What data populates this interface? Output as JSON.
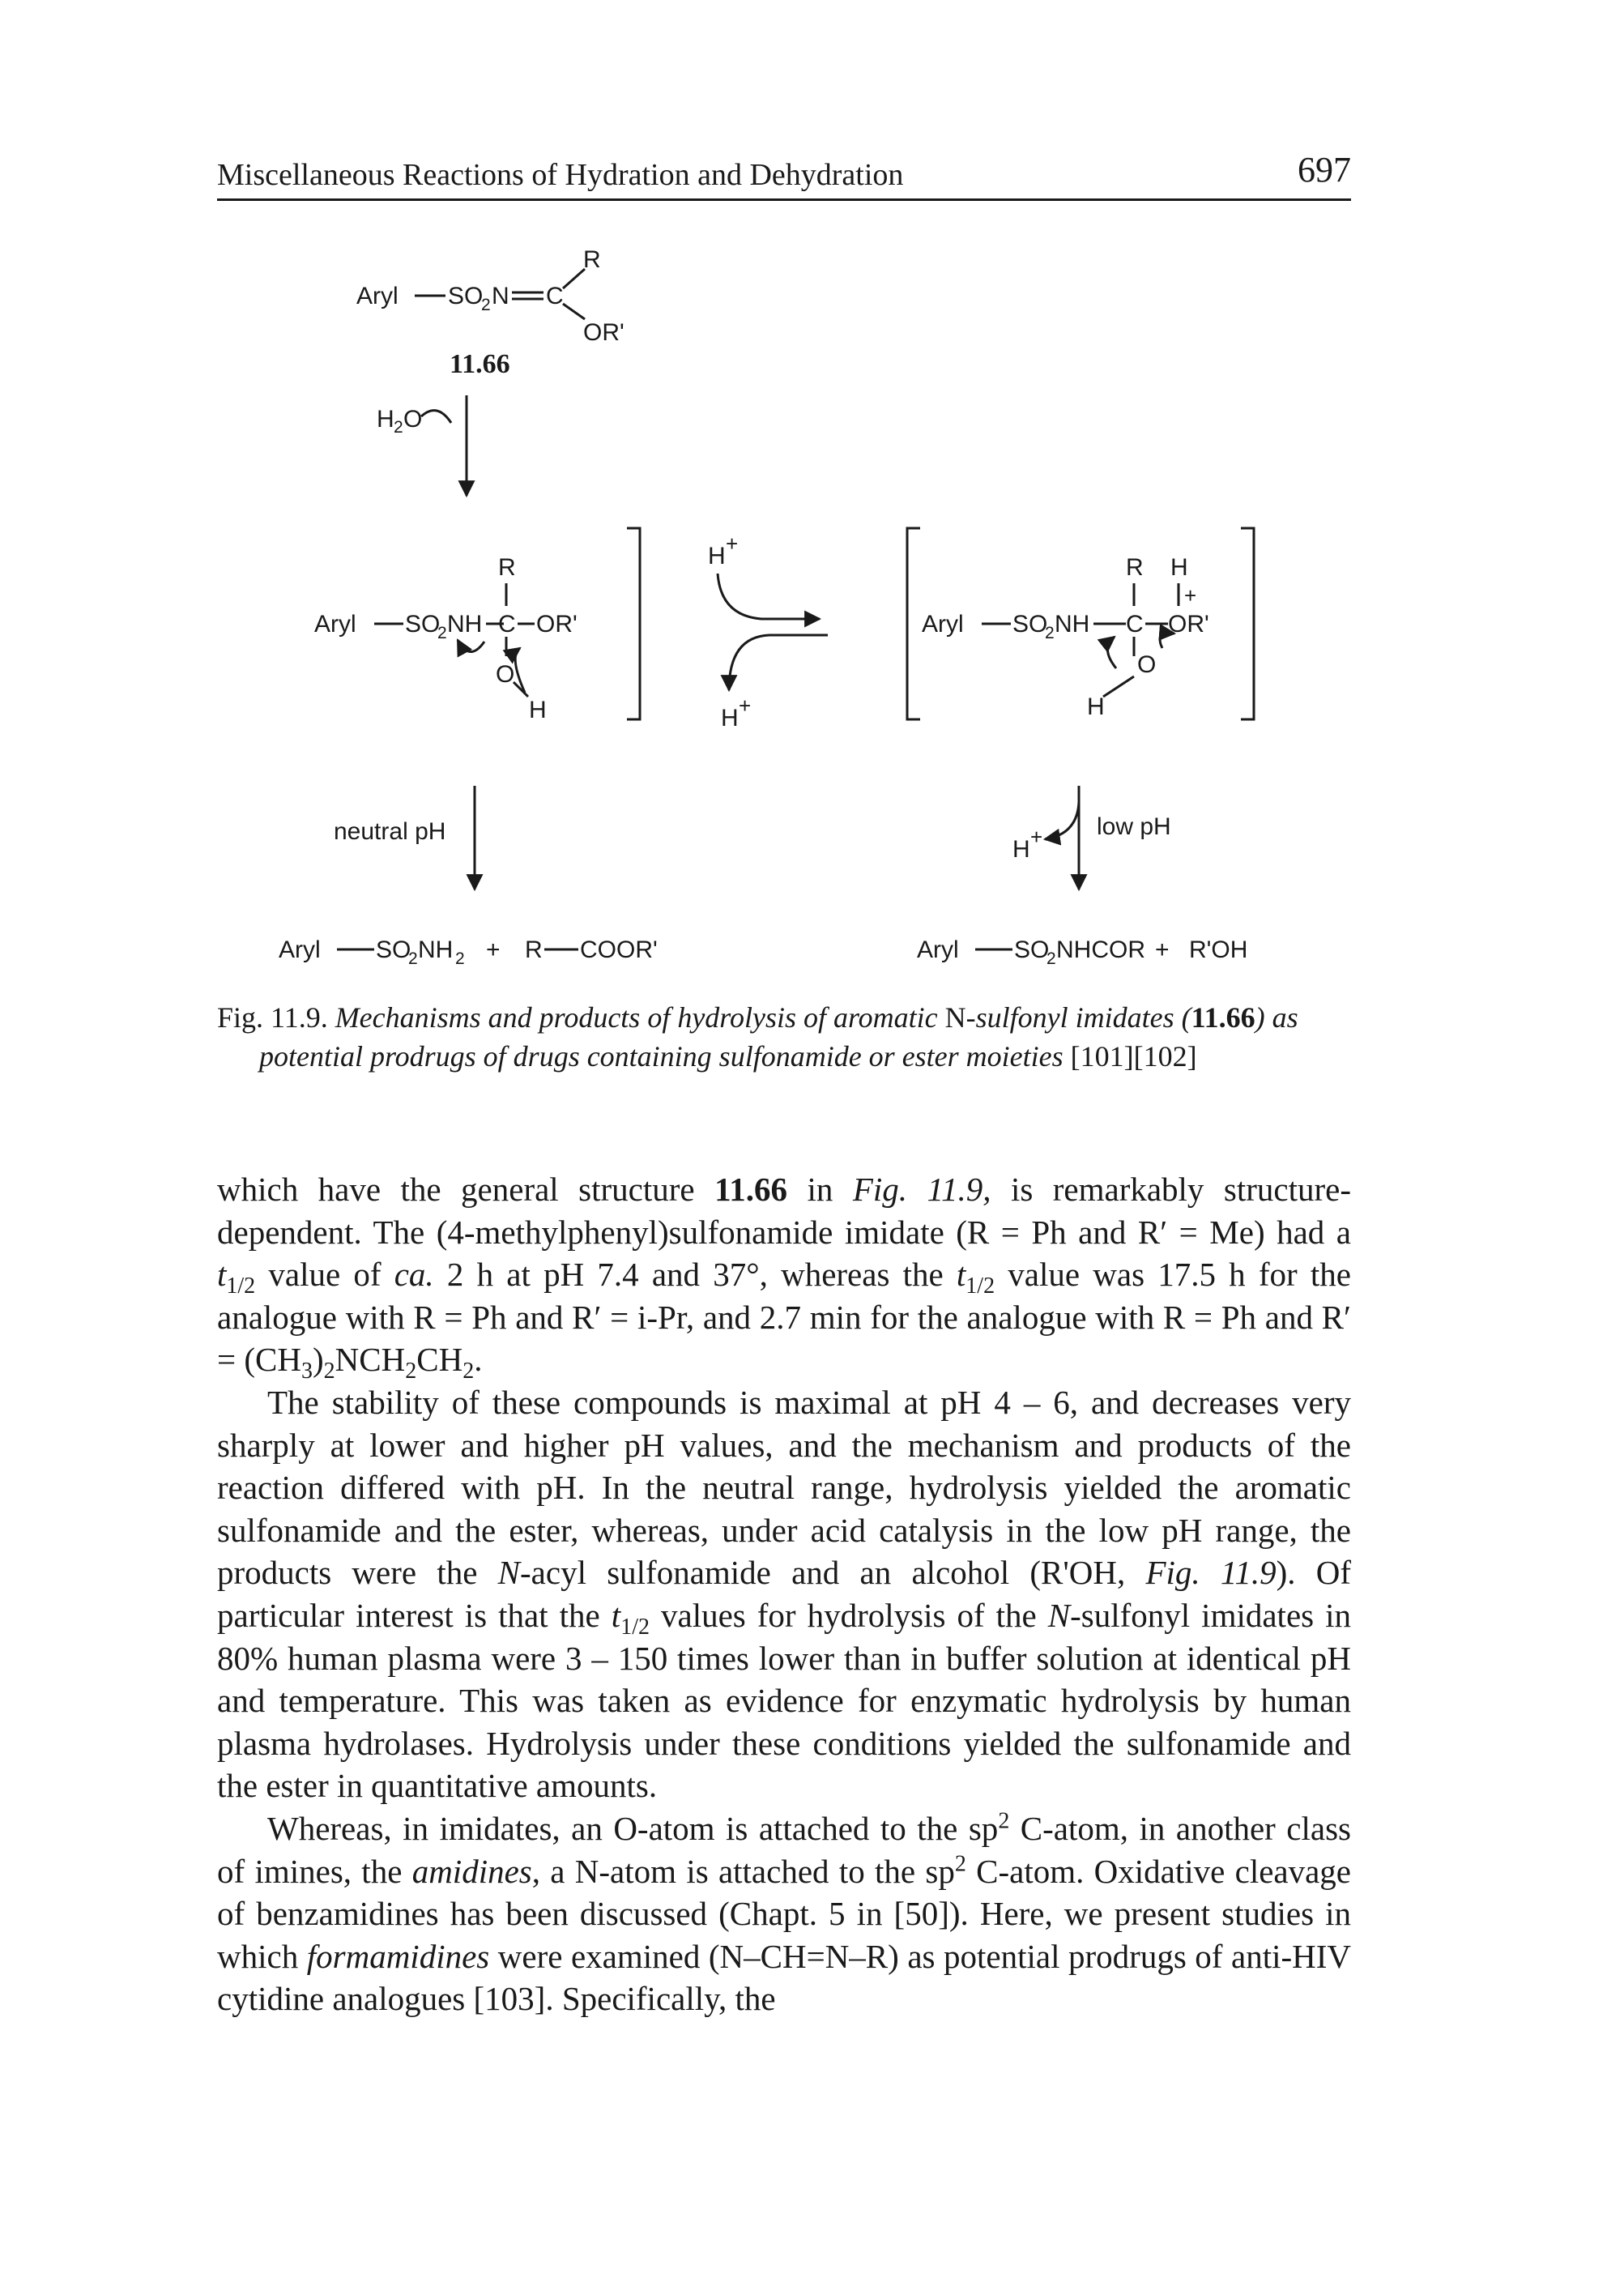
{
  "header": {
    "running_title": "Miscellaneous Reactions of Hydration and Dehydration",
    "page_number": "697"
  },
  "scheme": {
    "compound_label": "11.66",
    "top": {
      "aryl": "Aryl",
      "so2n": "SO",
      "sub2": "2",
      "n": "N",
      "c": "C",
      "r": "R",
      "or": "OR'"
    },
    "water": {
      "h": "H",
      "sub2": "2",
      "o": "O"
    },
    "left_intermediate": {
      "aryl": "Aryl",
      "so2nh": "SO",
      "sub2": "2",
      "nh": "NH",
      "r": "R",
      "c": "C",
      "or": "OR'",
      "o": "O",
      "h": "H"
    },
    "equilibrium": {
      "h_top": "H",
      "h_bottom": "H",
      "plus": "+"
    },
    "right_intermediate": {
      "aryl": "Aryl",
      "so2nh": "SO",
      "sub2": "2",
      "nh": "NH",
      "r": "R",
      "h_top": "H",
      "c": "C",
      "or": "OR'",
      "plus": "+",
      "o": "O",
      "h": "H"
    },
    "neutral_label": "neutral pH",
    "low_label": "low pH",
    "proton_h": "H",
    "proton_plus": "+",
    "left_products": {
      "aryl": "Aryl",
      "so2nh": "SO",
      "sub2": "2",
      "nh": "NH",
      "sub2b": "2",
      "plus": "+",
      "r": "R",
      "coor": "COOR'"
    },
    "right_products": {
      "aryl": "Aryl",
      "so2nh": "SO",
      "sub2": "2",
      "nhcor": "NHCOR",
      "plus": "+",
      "roh": "R'OH"
    }
  },
  "caption": {
    "fig_label": "Fig. 11.9.",
    "t1": "Mechanisms and products of hydrolysis of aromatic",
    "t2": "N",
    "t3": "-sulfonyl imidates (",
    "t4": "11.66",
    "t5": ") as",
    "t6": "potential prodrugs of drugs containing sulfonamide or ester moieties",
    "t7": "[101][102]"
  },
  "paragraphs": {
    "p1": {
      "s1": "which have the general structure ",
      "s2": "11.66",
      "s3": " in ",
      "s4": "Fig. 11.9,",
      "s5": " is remarkably structure-dependent. The (4-methylphenyl)sulfonamide imidate (R = Ph and R′ = Me) had a ",
      "s6": "t",
      "s7": "1/2",
      "s8": " value of ",
      "s9": "ca.",
      "s10": " 2 h at pH 7.4 and 37°, whereas the ",
      "s11": "t",
      "s12": "1/2",
      "s13": " value was 17.5 h for the analogue with R = Ph and R′ = i-Pr, and 2.7 min for the analogue with R = Ph and R′ = (CH",
      "s14": "3",
      "s15": ")",
      "s16": "2",
      "s17": "NCH",
      "s18": "2",
      "s19": "CH",
      "s20": "2",
      "s21": "."
    },
    "p2": {
      "s1": "The stability of these compounds is maximal at pH 4 – 6, and decreases very sharply at lower and higher pH values, and the mechanism and products of the reaction differed with pH. In the neutral range, hydrolysis yielded the aromatic sulfonamide and the ester, whereas, under acid catalysis in the low pH range, the products were the ",
      "s2": "N",
      "s3": "-acyl sulfonamide and an alcohol (R'OH, ",
      "s4": "Fig. 11.9",
      "s5": "). Of particular interest is that the ",
      "s6": "t",
      "s7": "1/2",
      "s8": " values for hydrolysis of the ",
      "s9": "N",
      "s10": "-sulfonyl imidates in 80% human plasma were 3 – 150 times lower than in buffer solution at identical pH and temperature. This was taken as evidence for enzymatic hydrolysis by human plasma hydrolases. Hydrolysis under these conditions yielded the sulfonamide and the ester in quantitative amounts."
    },
    "p3": {
      "s1": "Whereas, in imidates, an O-atom is attached to the sp",
      "s2": "2",
      "s3": " C-atom, in another class of imines, the ",
      "s4": "amidines",
      "s5": ", a N-atom is attached to the sp",
      "s6": "2",
      "s7": " C-atom. Oxidative cleavage of benzamidines has been discussed (Chapt. 5 in [50]). Here, we present studies in which ",
      "s8": "formamidines",
      "s9": " were examined (N–CH=N–R) as potential prodrugs of anti-HIV cytidine analogues [103]. Specifically, the"
    }
  }
}
